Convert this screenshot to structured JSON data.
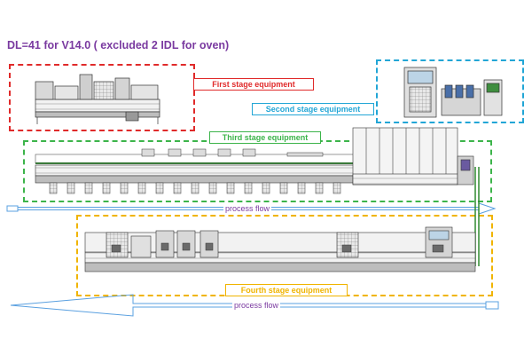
{
  "title": "DL=41 for V14.0 ( excluded 2 IDL for oven)",
  "stages": {
    "first": {
      "label": "First stage equipment",
      "color": "#e02a2a"
    },
    "second": {
      "label": "Second stage equipment",
      "color": "#22a6d6"
    },
    "third": {
      "label": "Third stage equipment",
      "color": "#3cb44a"
    },
    "fourth": {
      "label": "Fourth stage equipment",
      "color": "#f0b400"
    }
  },
  "flow": {
    "upper_label": "process flow",
    "lower_label": "process flow",
    "arrow_color": "#5aa0e0"
  }
}
